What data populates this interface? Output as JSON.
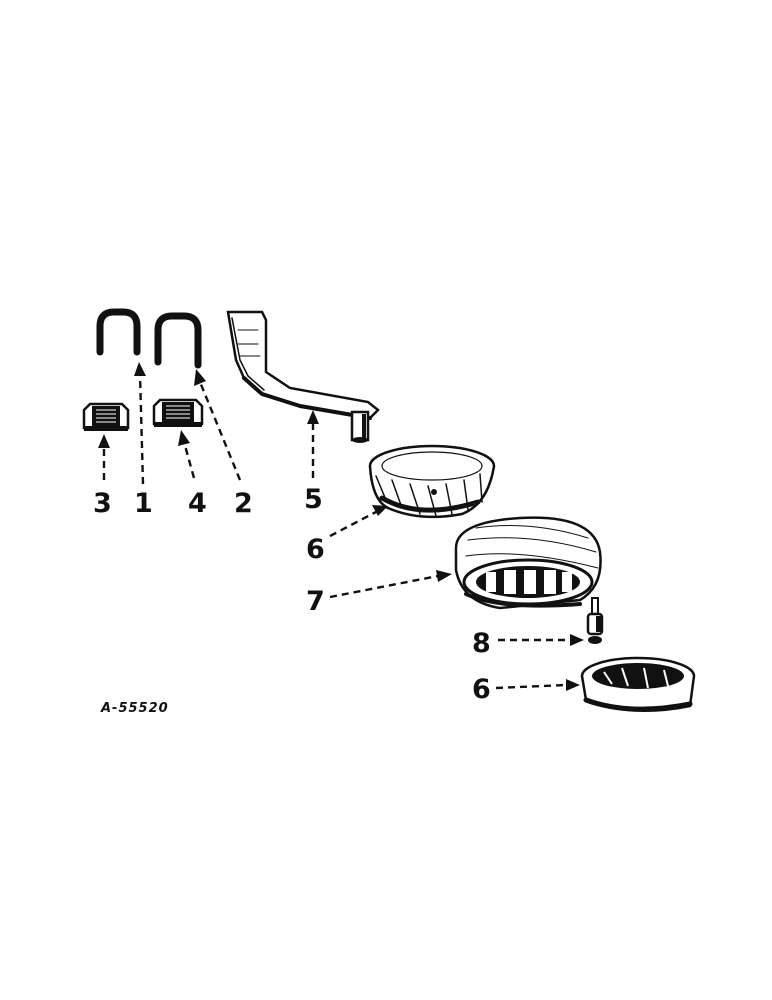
{
  "diagram": {
    "reference_code": "A-55520",
    "callouts": [
      {
        "id": "3",
        "text": "3"
      },
      {
        "id": "1",
        "text": "1"
      },
      {
        "id": "4",
        "text": "4"
      },
      {
        "id": "2",
        "text": "2"
      },
      {
        "id": "5",
        "text": "5"
      },
      {
        "id": "6a",
        "text": "6"
      },
      {
        "id": "7",
        "text": "7"
      },
      {
        "id": "8",
        "text": "8"
      },
      {
        "id": "6b",
        "text": "6"
      }
    ]
  },
  "icons": {
    "u_bolt_left": "u-bolt-icon",
    "u_bolt_right": "u-bolt-icon",
    "clamp_left": "clamp-plate-icon",
    "clamp_right": "clamp-plate-icon",
    "arm": "caster-arm-icon",
    "hub_upper": "wheel-half-icon",
    "tire": "tire-icon",
    "valve": "valve-stem-icon",
    "hub_lower": "wheel-half-icon"
  },
  "colors": {
    "ink": "#111111",
    "paper": "#ffffff"
  }
}
